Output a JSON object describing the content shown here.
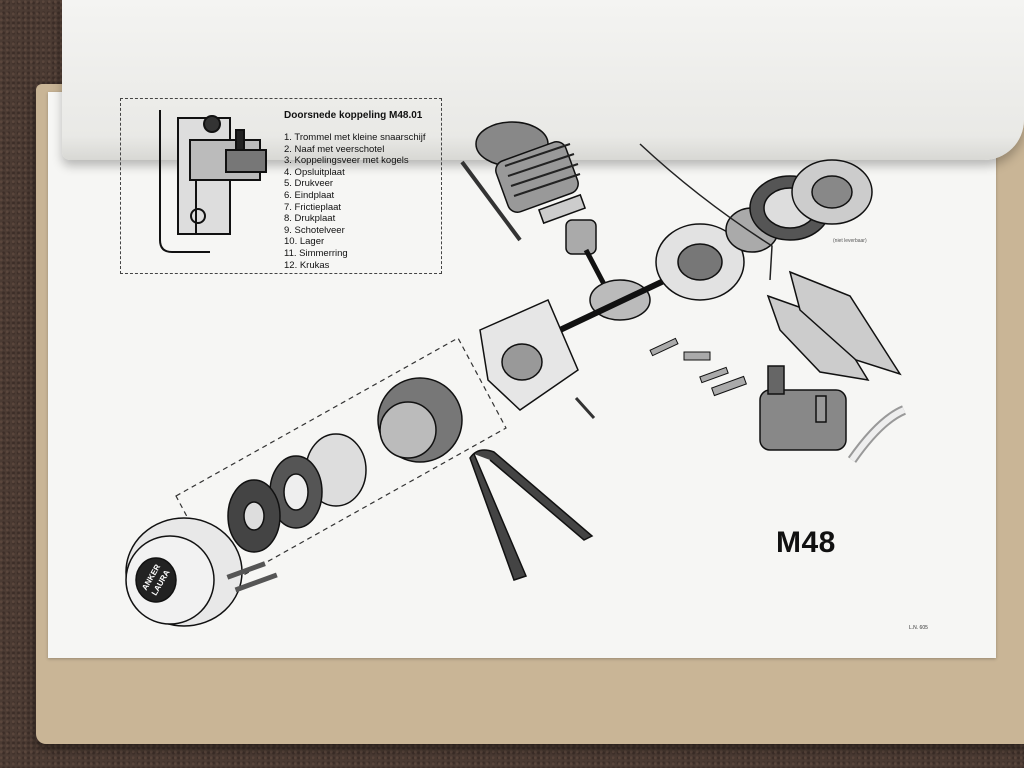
{
  "legend": {
    "title": "Doorsnede koppeling M48.01",
    "items": [
      "1. Trommel met kleine snaarschijf",
      "2. Naaf met veerschotel",
      "3. Koppelingsveer met kogels",
      "4. Opsluitplaat",
      "5. Drukveer",
      "6. Eindplaat",
      "7. Frictieplaat",
      "8. Drukplaat",
      "9. Schotelveer",
      "10. Lager",
      "11. Simmerring",
      "12. Krukas"
    ]
  },
  "model": "M48",
  "page_code": "L.N. 605",
  "fan_note": "(niet leverbaar)",
  "logo_text": "ANKER LAURA"
}
